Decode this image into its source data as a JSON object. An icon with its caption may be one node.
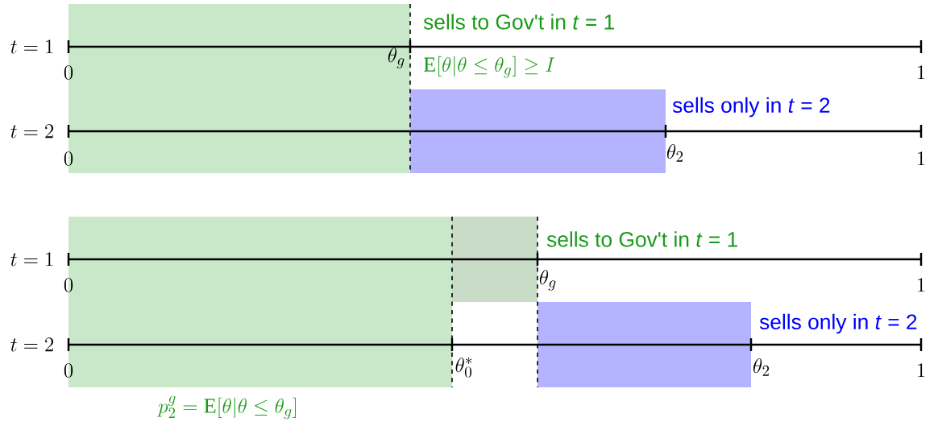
{
  "diagram": {
    "labels": [
      "sells to Gov't in *t* = 1",
      "t=1",
      "0",
      "\\theta_g",
      "1",
      "\\mathrm{E}[\\theta|\\theta\\leq\\theta_g]\\geq I",
      "sells only in *t* = 2",
      "t=2",
      "0",
      "\\theta_2",
      "1",
      "sells to Gov't in *t* = 1",
      "t=1",
      "0",
      "\\theta_g",
      "1",
      "sells only in *t* = 2",
      "t=2",
      "0",
      "\\theta_0^*",
      "\\theta_2",
      "1",
      "p_2^g=\\mathrm{E}[\\theta|\\theta\\leq\\theta_g]"
    ]
  }
}
